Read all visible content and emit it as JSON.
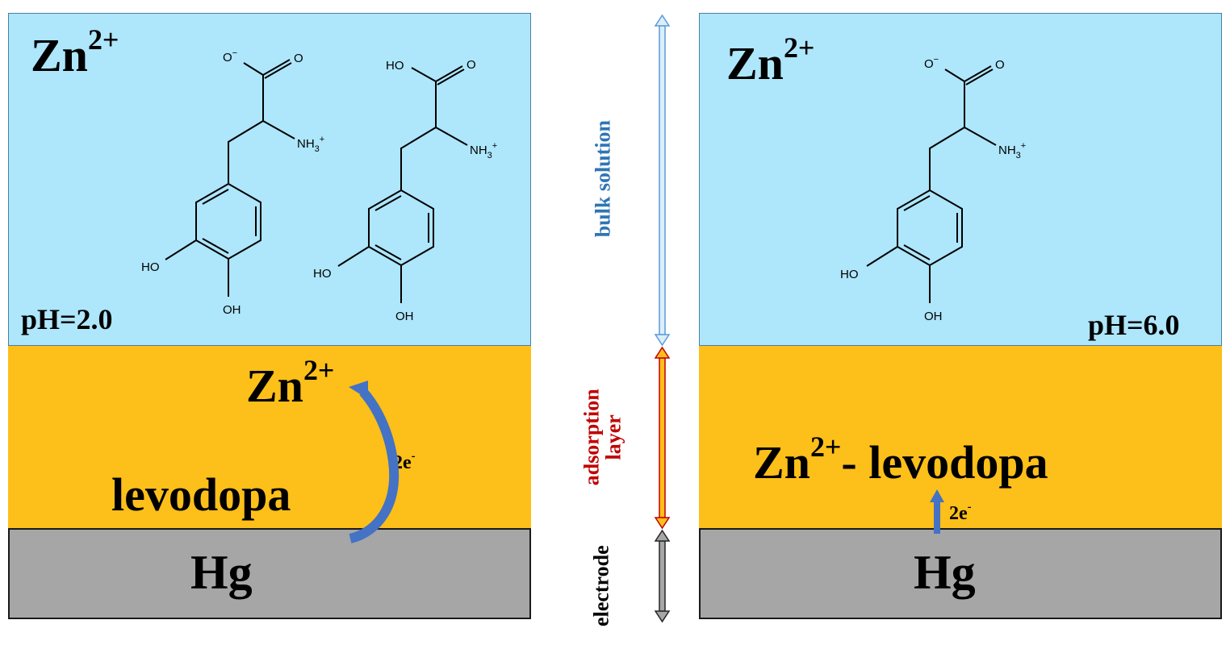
{
  "left_panel": {
    "bulk_ion_base": "Zn",
    "bulk_ion_charge": "2+",
    "ph_label": "pH=2.0",
    "adsorbed_ion_base": "Zn",
    "adsorbed_ion_charge": "2+",
    "levodopa_label": "levodopa",
    "electron_label_base": "2e",
    "electron_label_charge": "-",
    "electrode_label": "Hg"
  },
  "right_panel": {
    "bulk_ion_base": "Zn",
    "bulk_ion_charge": "2+",
    "ph_label": "pH=6.0",
    "complex_ion_base": "Zn",
    "complex_ion_charge": "2+",
    "complex_suffix": "- levodopa",
    "electron_label_base": "2e",
    "electron_label_charge": "-",
    "electrode_label": "Hg"
  },
  "scale": {
    "bulk_label": "bulk solution",
    "adsorption_label_line1": "adsorption",
    "adsorption_label_line2": "layer",
    "electrode_label": "electrode"
  },
  "molecule_labels": {
    "carboxylate": "O",
    "carboxylate_charge": "−",
    "carbonyl": "O",
    "acid_oh": "HO",
    "amine": "NH",
    "amine_sub": "3",
    "amine_charge": "+",
    "hydroxyl_left": "HO",
    "hydroxyl_bottom": "OH"
  },
  "colors": {
    "bulk_fill": "#aee6fb",
    "adsorption_fill": "#fdbf19",
    "electrode_fill": "#a6a6a6",
    "arrow_blue": "#4472c4",
    "bulk_text": "#2e75b6",
    "adsorption_text": "#c00000",
    "electrode_text": "#000000"
  }
}
